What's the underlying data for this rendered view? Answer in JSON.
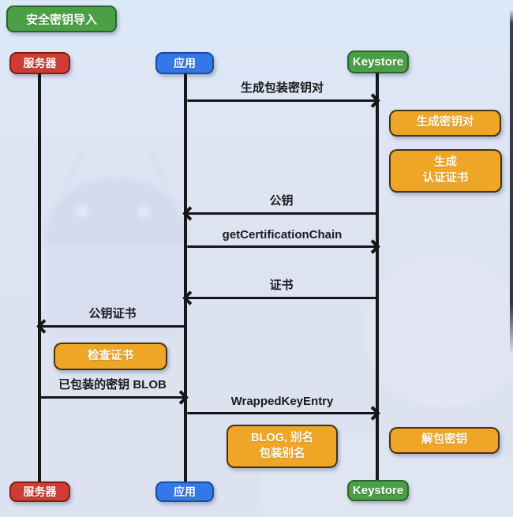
{
  "diagram": {
    "type": "sequence-diagram",
    "title": "安全密钥导入"
  },
  "actors": {
    "server": {
      "label": "服务器",
      "color": "#cd3d33"
    },
    "app": {
      "label": "应用",
      "color": "#3377e8"
    },
    "keystore": {
      "label": "Keystore",
      "color": "#4ba045"
    }
  },
  "messages": [
    {
      "label": "生成包装密钥对",
      "from": "应用",
      "to": "Keystore"
    },
    {
      "label": "公钥",
      "from": "Keystore",
      "to": "应用"
    },
    {
      "label": "getCertificationChain",
      "from": "应用",
      "to": "Keystore"
    },
    {
      "label": "证书",
      "from": "Keystore",
      "to": "应用"
    },
    {
      "label": "公钥证书",
      "from": "应用",
      "to": "服务器"
    },
    {
      "label": "已包装的密钥 BLOB",
      "from": "服务器",
      "to": "应用"
    },
    {
      "label": "WrappedKeyEntry",
      "from": "应用",
      "to": "Keystore"
    }
  ],
  "notes": [
    {
      "label": "生成密钥对"
    },
    {
      "line1": "生成",
      "line2": "认证证书"
    },
    {
      "label": "检查证书"
    },
    {
      "line1": "BLOG, 别名",
      "line2": "包装别名"
    },
    {
      "label": "解包密钥"
    }
  ],
  "colors": {
    "background": "#dde3f2",
    "note_orange": "#efa626",
    "actor_green": "#4ba045",
    "actor_red": "#cd3d33",
    "actor_blue": "#3377e8",
    "line": "#17171a"
  }
}
